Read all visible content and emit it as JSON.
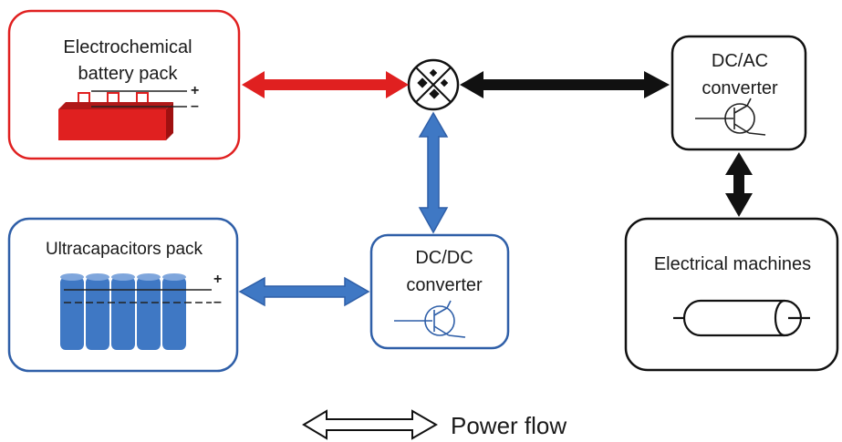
{
  "blocks": {
    "battery": {
      "label": "Electrochemical battery pack",
      "border_color": "#e02020",
      "fill_color": "#e02020"
    },
    "ultracap": {
      "label": "Ultracapacitors pack",
      "border_color": "#2f5fa8",
      "fill_color": "#3f78c4"
    },
    "dcdc": {
      "label": "DC/DC converter",
      "border_color": "#2f5fa8"
    },
    "dcac": {
      "label": "DC/AC converter",
      "border_color": "#111111"
    },
    "machines": {
      "label": "Electrical machines",
      "border_color": "#111111"
    }
  },
  "hub": {
    "icon": "switch-junction-icon"
  },
  "flows": {
    "battery_hub": {
      "color": "#e02020"
    },
    "hub_dcac": {
      "color": "#111111"
    },
    "hub_dcdc": {
      "color": "#3f78c4"
    },
    "ultracap_dcdc": {
      "color": "#3f78c4"
    },
    "dcac_machines": {
      "color": "#111111"
    }
  },
  "legend": {
    "label": "Power flow",
    "icon": "double-arrow-outline-icon"
  }
}
